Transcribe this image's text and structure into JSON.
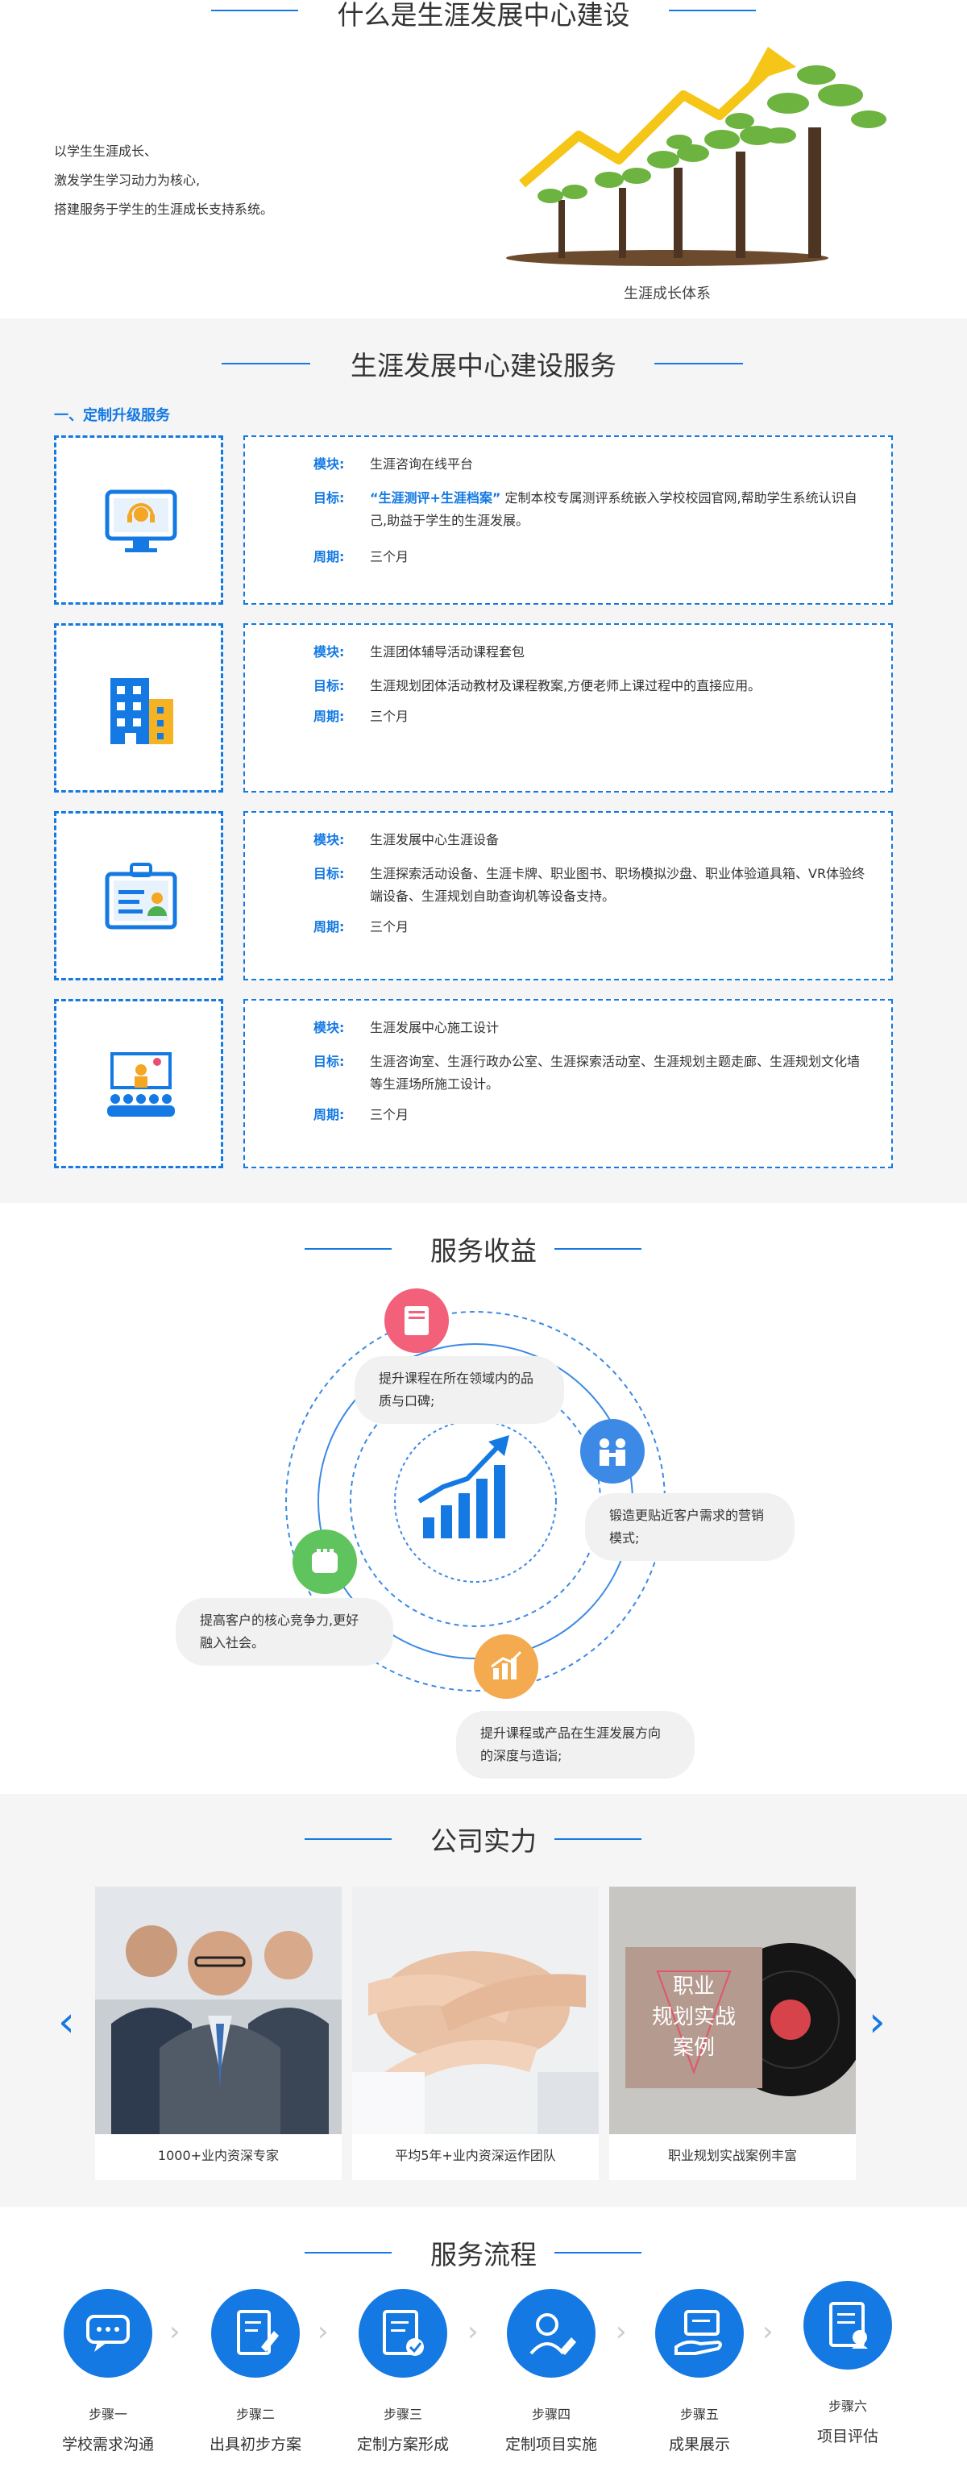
{
  "section1": {
    "title": "什么是生涯发展中心建设",
    "intro_lines": [
      "以学生生涯成长、",
      "激发学生学习动力为核心,",
      "搭建服务于学生的生涯成长支持系统。"
    ],
    "caption": "生涯成长体系"
  },
  "section2": {
    "title": "生涯发展中心建设服务",
    "subheading": "一、定制升级服务",
    "labels": {
      "module": "模块:",
      "goal": "目标:",
      "period": "周期:"
    },
    "services": [
      {
        "icon": "headset-monitor-icon",
        "module": "生涯咨询在线平台",
        "goal_highlight": "“生涯测评+生涯档案”",
        "goal": "定制本校专属测评系统嵌入学校校园官网,帮助学生系统认识自己,助益于学生的生涯发展。",
        "period": "三个月"
      },
      {
        "icon": "building-icon",
        "module": "生涯团体辅导活动课程套包",
        "goal": "生涯规划团体活动教材及课程教案,方便老师上课过程中的直接应用。",
        "period": "三个月"
      },
      {
        "icon": "id-card-icon",
        "module": "生涯发展中心生涯设备",
        "goal": "生涯探索活动设备、生涯卡牌、职业图书、职场模拟沙盘、职业体验道具箱、VR体验终端设备、生涯规划自助查询机等设备支持。",
        "period": "三个月"
      },
      {
        "icon": "lecture-audience-icon",
        "module": "生涯发展中心施工设计",
        "goal": "生涯咨询室、生涯行政办公室、生涯探索活动室、生涯规划主题走廊、生涯规划文化墙等生涯场所施工设计。",
        "period": "三个月"
      }
    ]
  },
  "section3": {
    "title": "服务收益",
    "benefits": [
      "提升课程在所在领域内的品质与口碑;",
      "锻造更贴近客户需求的营销模式;",
      "提升课程或产品在生涯发展方向的深度与造诣;",
      "提高客户的核心竞争力,更好融入社会。"
    ],
    "colors": {
      "pink": "#f2607a",
      "blue": "#3d8ae6",
      "orange": "#f4aa4e",
      "green": "#5fc35e"
    }
  },
  "section4": {
    "title": "公司实力",
    "cards": [
      {
        "caption": "1000+业内资深专家"
      },
      {
        "caption": "平均5年+业内资深运作团队"
      },
      {
        "caption": "职业规划实战案例丰富",
        "overlay": [
          "职业",
          "规划实战",
          "案例"
        ]
      }
    ],
    "prev": "‹",
    "next": "›"
  },
  "section5": {
    "title": "服务流程",
    "steps": [
      {
        "num": "步骤一",
        "name": "学校需求沟通",
        "icon": "chat-icon"
      },
      {
        "num": "步骤二",
        "name": "出具初步方案",
        "icon": "edit-doc-icon"
      },
      {
        "num": "步骤三",
        "name": "定制方案形成",
        "icon": "checked-doc-icon"
      },
      {
        "num": "步骤四",
        "name": "定制项目实施",
        "icon": "user-edit-icon"
      },
      {
        "num": "步骤五",
        "name": "成果展示",
        "icon": "hand-card-icon"
      },
      {
        "num": "步骤六",
        "name": "项目评估",
        "icon": "report-icon"
      }
    ]
  },
  "accent": "#1479e3"
}
